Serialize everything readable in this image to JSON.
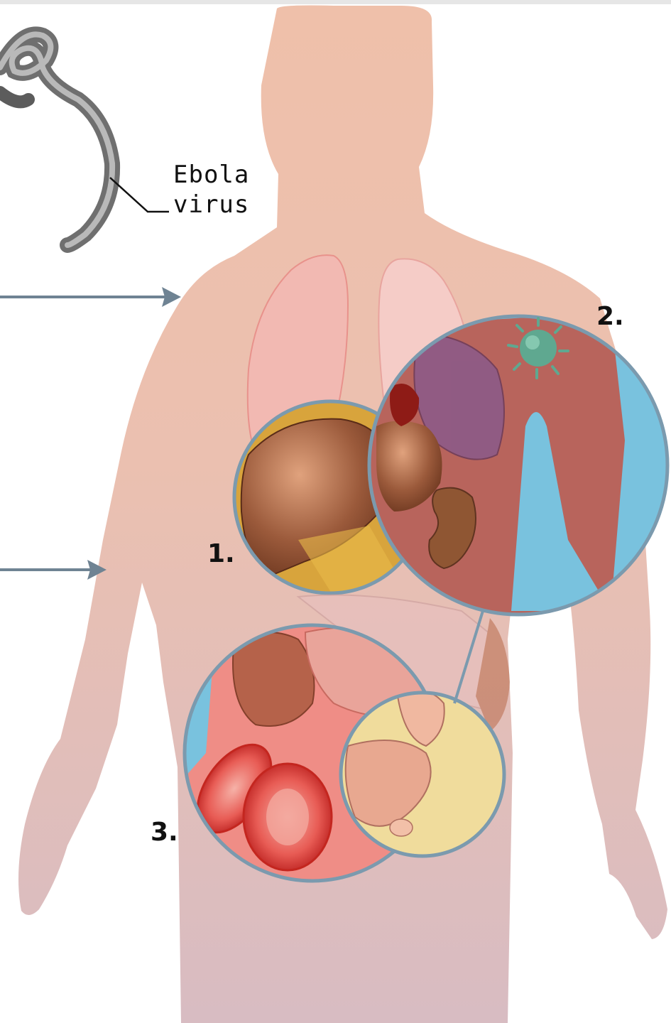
{
  "labels": {
    "virus_line1": "Ebola",
    "virus_line2": "virus",
    "zoom1": "1.",
    "zoom2": "2.",
    "zoom3": "3."
  },
  "colors": {
    "skin": "#efc2ad",
    "skin_lower": "#d9bcc0",
    "lung": "#f3c2c0",
    "liver": "#8a4a2e",
    "fat_yellow": "#d9a43a",
    "spleen_bg": "#b5615a",
    "blue_bg": "#79c2de",
    "blood_bg": "#ef8d86",
    "cell_yellow": "#f0dc9c",
    "virus_gray": "#7b7b7b",
    "callout_arrow": "#6f8393",
    "lens_border": "#7b9aae"
  },
  "icons": [
    "ebola-virus-filament",
    "arrow-right-icon",
    "green-virus-particle"
  ]
}
